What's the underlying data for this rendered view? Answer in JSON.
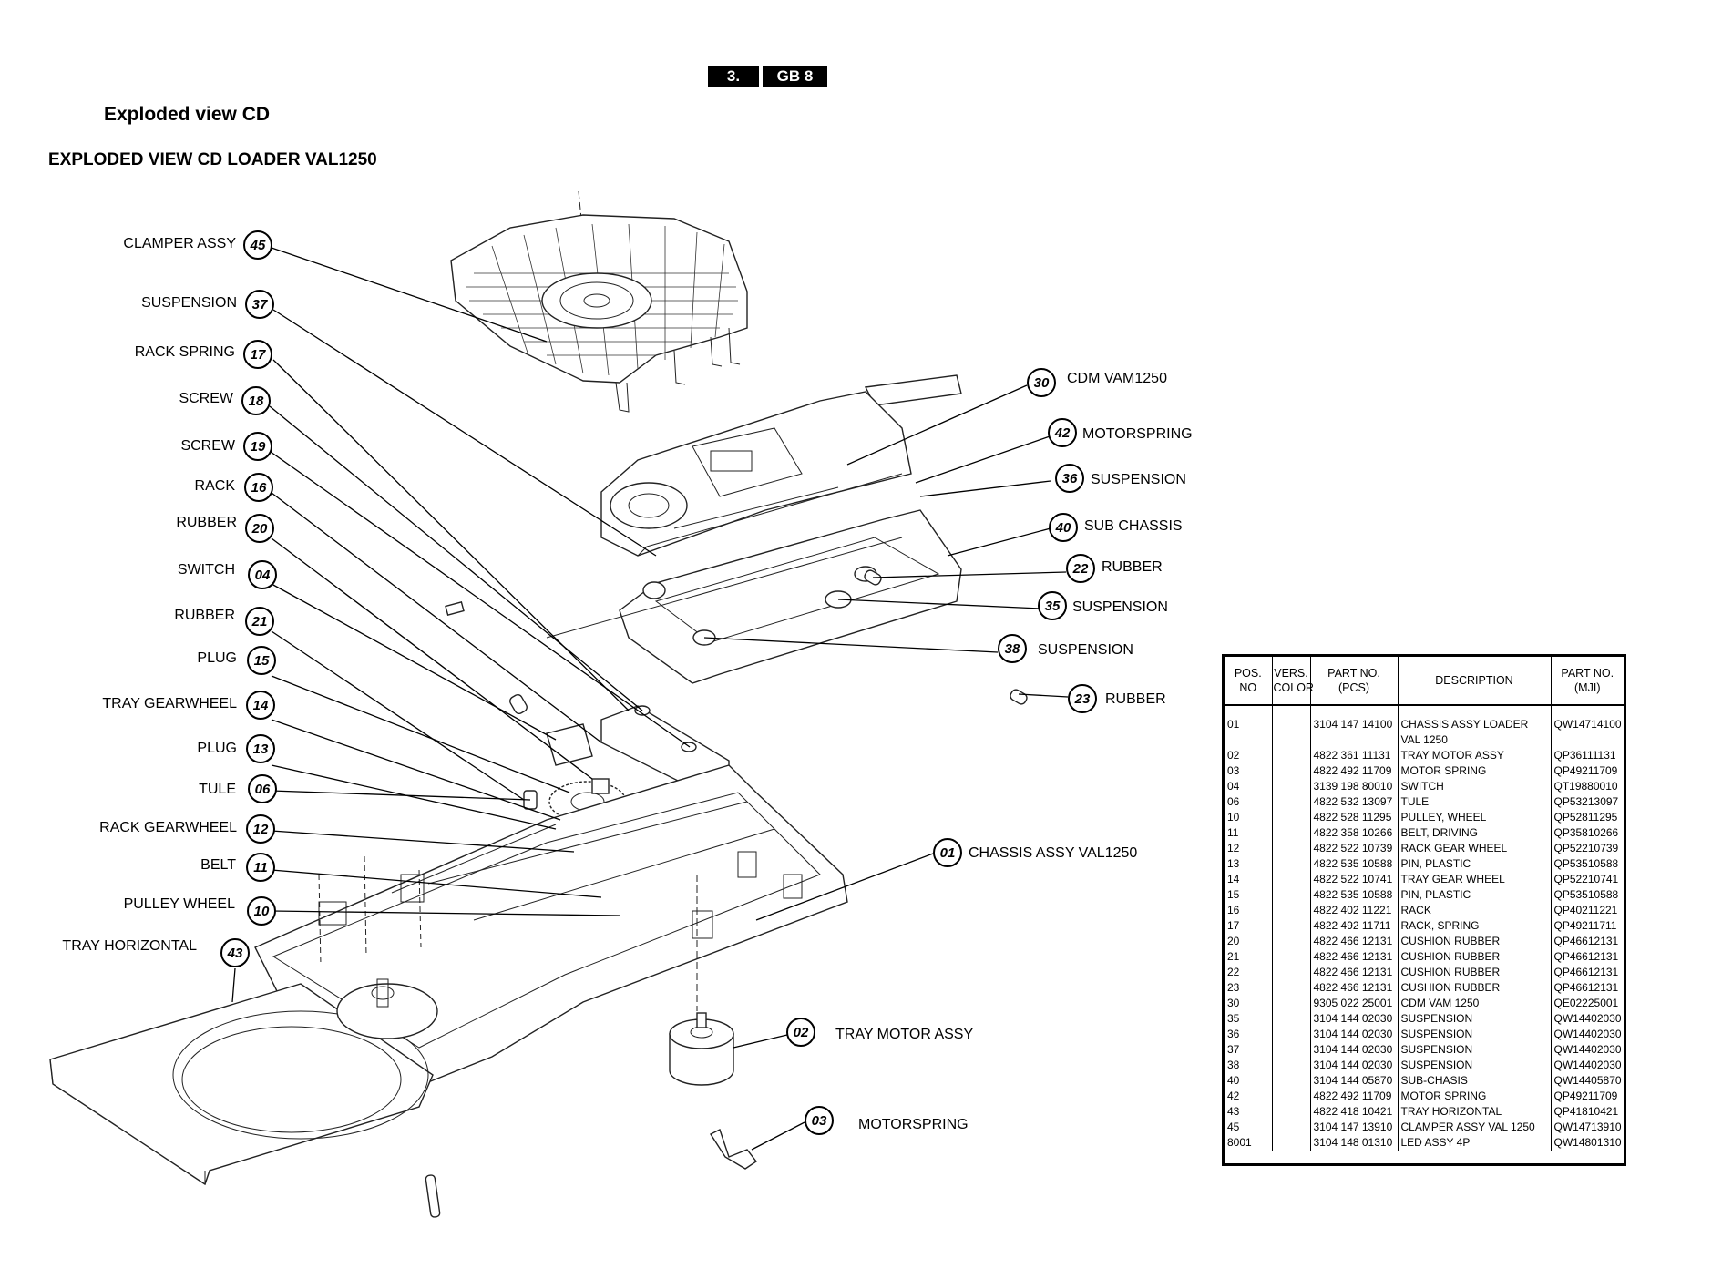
{
  "header": {
    "page_number": "3.",
    "chapter": "GB 8"
  },
  "section_title": "Exploded view CD",
  "view_title": "EXPLODED VIEW CD LOADER VAL1250",
  "callouts": [
    {
      "num": "45",
      "label": "CLAMPER ASSY"
    },
    {
      "num": "37",
      "label": "SUSPENSION"
    },
    {
      "num": "17",
      "label": "RACK SPRING"
    },
    {
      "num": "18",
      "label": "SCREW"
    },
    {
      "num": "19",
      "label": "SCREW"
    },
    {
      "num": "16",
      "label": "RACK"
    },
    {
      "num": "20",
      "label": "RUBBER"
    },
    {
      "num": "04",
      "label": "SWITCH"
    },
    {
      "num": "21",
      "label": "RUBBER"
    },
    {
      "num": "15",
      "label": "PLUG"
    },
    {
      "num": "14",
      "label": "TRAY GEARWHEEL"
    },
    {
      "num": "13",
      "label": "PLUG"
    },
    {
      "num": "06",
      "label": "TULE"
    },
    {
      "num": "12",
      "label": "RACK GEARWHEEL"
    },
    {
      "num": "11",
      "label": "BELT"
    },
    {
      "num": "10",
      "label": "PULLEY WHEEL"
    },
    {
      "num": "43",
      "label": "TRAY HORIZONTAL"
    },
    {
      "num": "30",
      "label": "CDM VAM1250"
    },
    {
      "num": "42",
      "label": "MOTORSPRING"
    },
    {
      "num": "36",
      "label": "SUSPENSION"
    },
    {
      "num": "40",
      "label": "SUB CHASSIS"
    },
    {
      "num": "22",
      "label": "RUBBER"
    },
    {
      "num": "35",
      "label": "SUSPENSION"
    },
    {
      "num": "38",
      "label": "SUSPENSION"
    },
    {
      "num": "23",
      "label": "RUBBER"
    },
    {
      "num": "01",
      "label": "CHASSIS ASSY VAL1250"
    },
    {
      "num": "02",
      "label": "TRAY MOTOR ASSY"
    },
    {
      "num": "03",
      "label": "MOTORSPRING"
    }
  ],
  "parts_table": {
    "headers": [
      "POS.\nNO",
      "VERS.\nCOLOR",
      "PART NO.\n(PCS)",
      "DESCRIPTION",
      "PART NO.\n(MJI)"
    ],
    "rows": [
      [
        "01",
        "",
        "3104 147 14100",
        "CHASSIS ASSY LOADER",
        "QW14714100"
      ],
      [
        "",
        "",
        "",
        "VAL 1250",
        ""
      ],
      [
        "02",
        "",
        "4822 361 11131",
        "TRAY MOTOR ASSY",
        "QP36111131"
      ],
      [
        "03",
        "",
        "4822 492 11709",
        "MOTOR SPRING",
        "QP49211709"
      ],
      [
        "04",
        "",
        "3139 198 80010",
        "SWITCH",
        "QT19880010"
      ],
      [
        "06",
        "",
        "4822 532 13097",
        "TULE",
        "QP53213097"
      ],
      [
        "10",
        "",
        "4822 528 11295",
        "PULLEY, WHEEL",
        "QP52811295"
      ],
      [
        "11",
        "",
        "4822 358 10266",
        "BELT, DRIVING",
        "QP35810266"
      ],
      [
        "12",
        "",
        "4822 522 10739",
        "RACK GEAR WHEEL",
        "QP52210739"
      ],
      [
        "13",
        "",
        "4822 535 10588",
        "PIN, PLASTIC",
        "QP53510588"
      ],
      [
        "14",
        "",
        "4822 522 10741",
        "TRAY GEAR WHEEL",
        "QP52210741"
      ],
      [
        "15",
        "",
        "4822 535 10588",
        "PIN, PLASTIC",
        "QP53510588"
      ],
      [
        "16",
        "",
        "4822 402 11221",
        "RACK",
        "QP40211221"
      ],
      [
        "17",
        "",
        "4822 492 11711",
        "RACK, SPRING",
        "QP49211711"
      ],
      [
        "20",
        "",
        "4822 466 12131",
        "CUSHION RUBBER",
        "QP46612131"
      ],
      [
        "21",
        "",
        "4822 466 12131",
        "CUSHION RUBBER",
        "QP46612131"
      ],
      [
        "22",
        "",
        "4822 466 12131",
        "CUSHION RUBBER",
        "QP46612131"
      ],
      [
        "23",
        "",
        "4822 466 12131",
        "CUSHION RUBBER",
        "QP46612131"
      ],
      [
        "30",
        "",
        "9305 022 25001",
        "CDM VAM 1250",
        "QE02225001"
      ],
      [
        "35",
        "",
        "3104 144 02030",
        "SUSPENSION",
        "QW14402030"
      ],
      [
        "36",
        "",
        "3104 144 02030",
        "SUSPENSION",
        "QW14402030"
      ],
      [
        "37",
        "",
        "3104 144 02030",
        "SUSPENSION",
        "QW14402030"
      ],
      [
        "38",
        "",
        "3104 144 02030",
        "SUSPENSION",
        "QW14402030"
      ],
      [
        "40",
        "",
        "3104 144 05870",
        "SUB-CHASIS",
        "QW14405870"
      ],
      [
        "42",
        "",
        "4822 492 11709",
        "MOTOR SPRING",
        "QP49211709"
      ],
      [
        "43",
        "",
        "4822 418 10421",
        "TRAY HORIZONTAL",
        "QP41810421"
      ],
      [
        "45",
        "",
        "3104 147 13910",
        "CLAMPER ASSY VAL 1250",
        "QW14713910"
      ],
      [
        "8001",
        "",
        "3104 148 01310",
        "LED ASSY 4P",
        "QW14801310"
      ]
    ]
  }
}
